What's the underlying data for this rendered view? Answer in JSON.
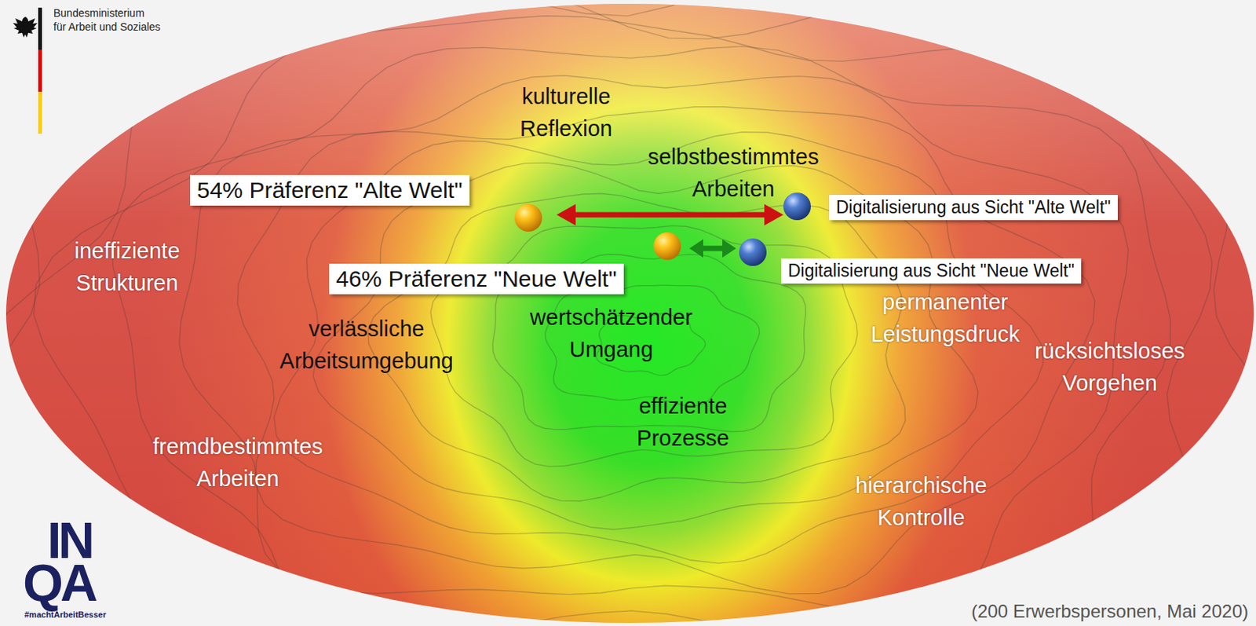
{
  "diagram": {
    "caption": "(200 Erwerbspersonen, Mai 2020)",
    "nodes": [
      {
        "text": [
          "54% Präferenz \"Alte Welt\""
        ]
      },
      {
        "text": [
          "Digitalisierung aus Sicht \"Alte Welt\""
        ]
      },
      {
        "text": [
          "Digitalisierung aus Sicht \"Neue Welt\""
        ]
      },
      {
        "text": [
          "46% Präferenz \"Neue Welt\""
        ]
      }
    ],
    "labels": [
      "Bundesministerium",
      "für Arbeit und Soziales",
      "kulturelle Reflexion",
      "selbstbestimmtes Arbeiten",
      "wertschätzender Umgang",
      "ineffiziente Strukturen",
      "permanenter Leistungsdruck",
      "verlässliche Arbeitsumgebung",
      "rücksichtsloses Vorgehen",
      "effiziente Prozesse",
      "fremdbestimmtes Arbeiten",
      "hierarchische Kontrolle",
      "IN",
      "QA",
      "#machtArbeitBesser"
    ]
  }
}
